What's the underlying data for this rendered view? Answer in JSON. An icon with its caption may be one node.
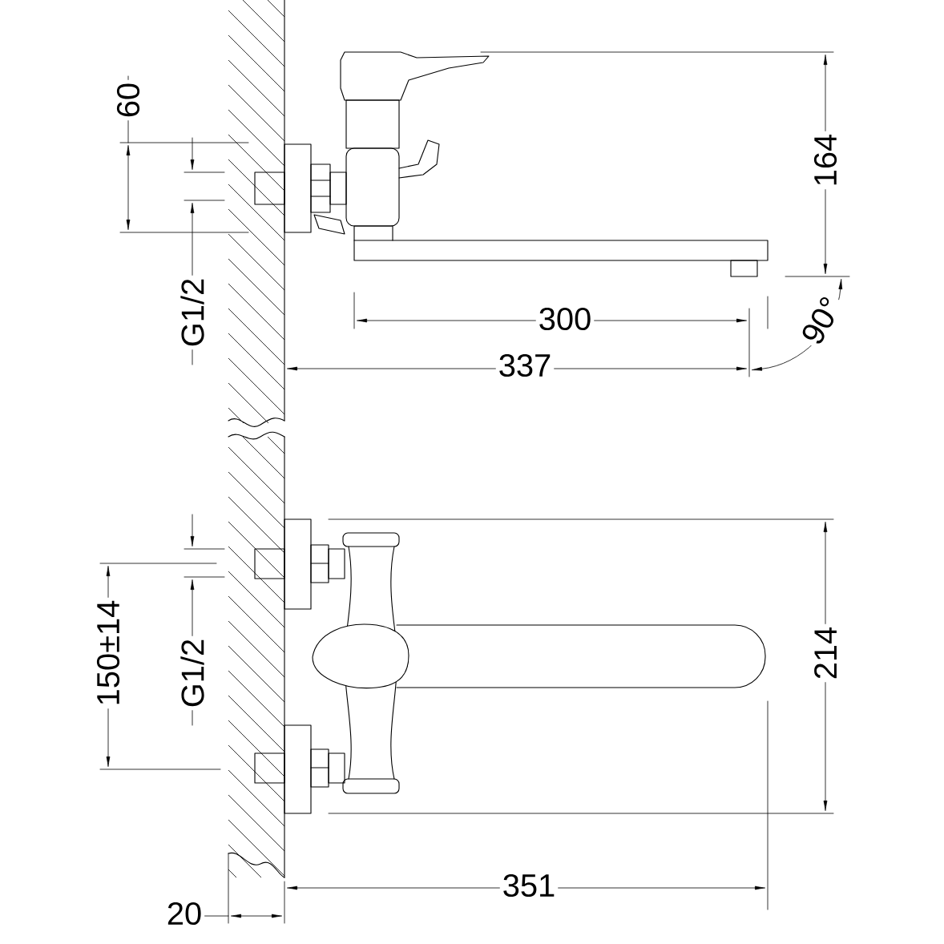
{
  "diagram": {
    "labels": [
      "60",
      "164",
      "G1/2",
      "300",
      "90°",
      "337",
      "150±14",
      "G1/2",
      "214",
      "351",
      "20"
    ]
  }
}
